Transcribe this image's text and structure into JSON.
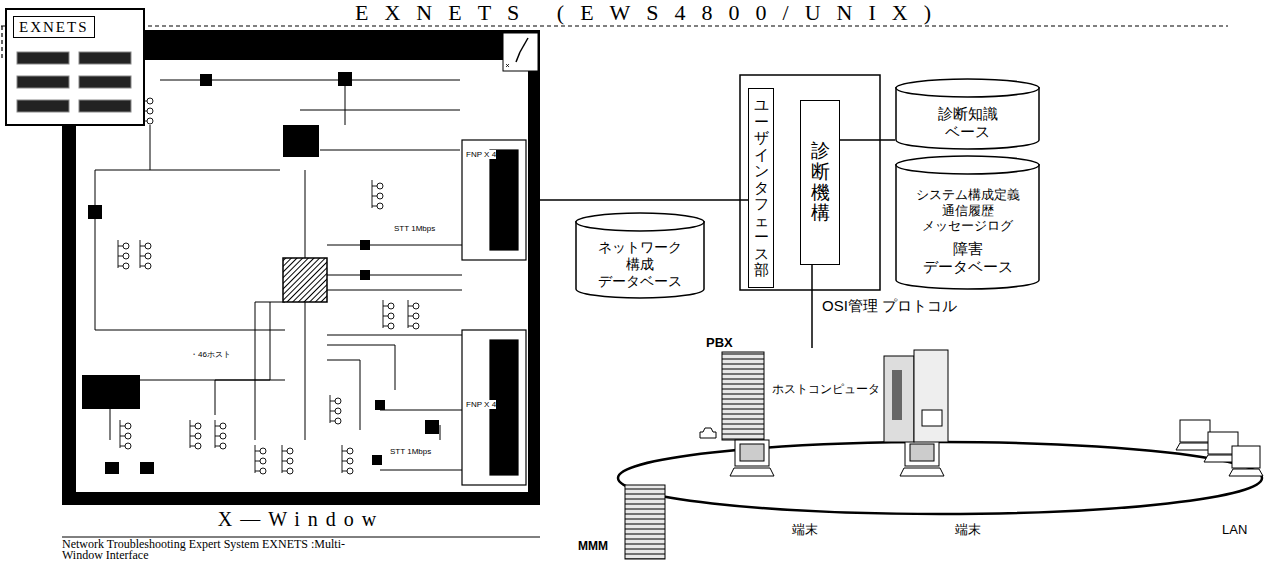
{
  "diagram": {
    "title": "EXNETS (EWS4800/UNIX)",
    "caption": "Network Troubleshooting Expert System EXNETS :Multi-Window Interface",
    "nodes": [
      {
        "text": [
          "EXNETS"
        ]
      },
      {
        "text": [
          "X—Window"
        ]
      },
      {
        "text": [
          "ユーザインタフェース部"
        ]
      },
      {
        "text": [
          "診断機構"
        ]
      },
      {
        "text": [
          "ネットワーク 構成 データベース"
        ]
      },
      {
        "text": [
          "診断知識 ベース"
        ]
      },
      {
        "text": [
          "システム構成定義 通信履歴 メッセージログ",
          "障害 データベース"
        ]
      },
      {
        "text": [
          "ホストコンピュータ"
        ]
      }
    ],
    "edges": [
      {
        "from": 1,
        "to": 2,
        "arrow": "none"
      },
      {
        "from": 3,
        "to": 5,
        "arrow": "none"
      },
      {
        "from": 3,
        "to": 7,
        "label": "OSI管理 プロトコル",
        "arrow": "none"
      }
    ],
    "labels": [
      "PBX",
      "MMM",
      "端末",
      "端末",
      "LAN",
      "・46ホスト",
      "FNP X 4",
      "FNP X 4",
      "STT 1Mbps",
      "STT 1Mbps"
    ]
  }
}
